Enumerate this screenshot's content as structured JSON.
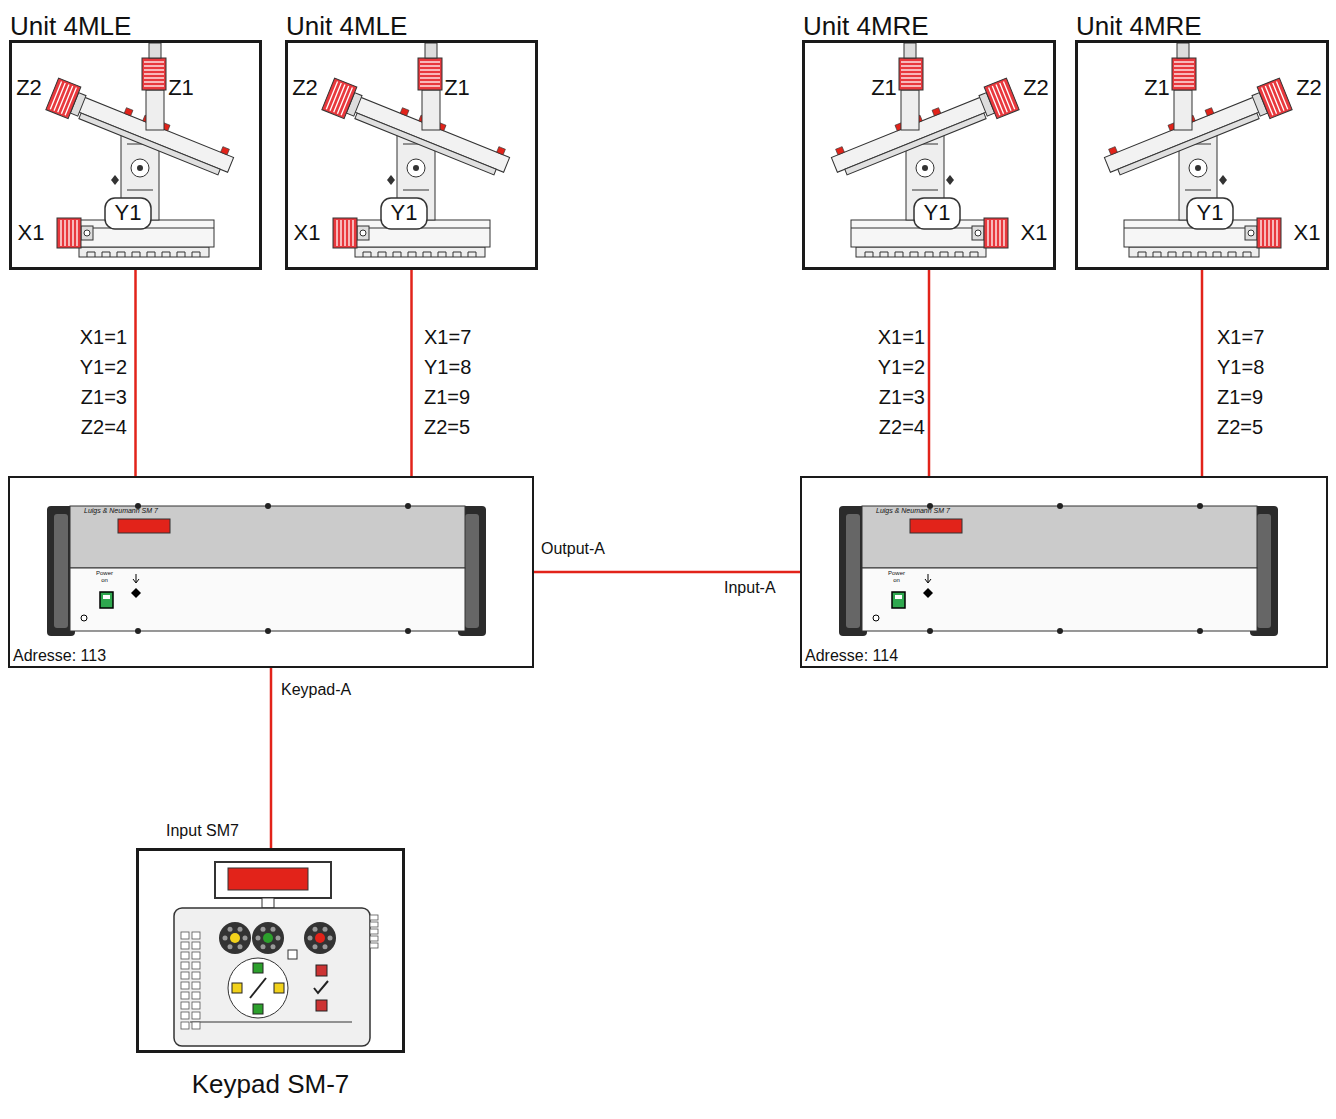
{
  "diagram": {
    "nodes": [
      {
        "text": [
          "Unit 4MLE"
        ]
      },
      {
        "text": [
          "Unit 4MLE"
        ]
      },
      {
        "text": [
          "Unit 4MRE"
        ]
      },
      {
        "text": [
          "Unit 4MRE"
        ]
      },
      {
        "text": [
          "Adresse: 113"
        ]
      },
      {
        "text": [
          "Adresse: 114"
        ]
      },
      {
        "text": [
          "Keypad SM-7"
        ]
      }
    ],
    "edges": [
      {
        "from": 0,
        "to": 4,
        "arrow": "none",
        "label": "X1=1 Y1=2 Z1=3 Z2=4"
      },
      {
        "from": 1,
        "to": 4,
        "arrow": "none",
        "label": "X1=7 Y1=8 Z1=9 Z2=5"
      },
      {
        "from": 2,
        "to": 5,
        "arrow": "none",
        "label": "X1=1 Y1=2 Z1=3 Z2=4"
      },
      {
        "from": 3,
        "to": 5,
        "arrow": "none",
        "label": "X1=7 Y1=8 Z1=9 Z2=5"
      },
      {
        "from": 4,
        "to": 5,
        "arrow": "none",
        "label": "Output-A"
      },
      {
        "from": 4,
        "to": 6,
        "arrow": "none",
        "label": "Keypad-A"
      }
    ],
    "labels": [
      "Z2",
      "Z1",
      "X1",
      "Y1",
      "Z2",
      "Z1",
      "X1",
      "Y1",
      "Z1",
      "Z2",
      "Y1",
      "X1",
      "Z1",
      "Z2",
      "Y1",
      "X1",
      "Luigs & Neumann SM 7",
      "Power on",
      "Luigs & Neumann SM 7",
      "Power on",
      "Input-A",
      "Input SM7"
    ]
  }
}
